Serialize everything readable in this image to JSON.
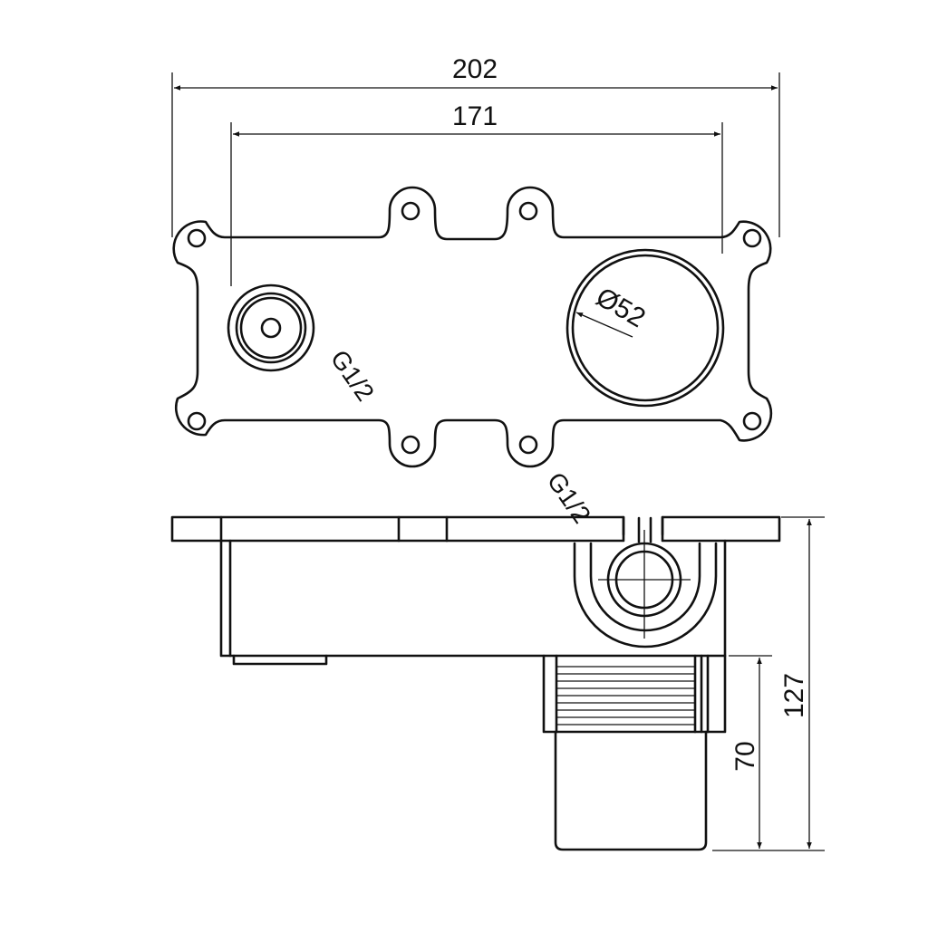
{
  "dimensions": {
    "overall_width": "202",
    "hole_spacing": "171",
    "large_opening": "Ø52",
    "thread_left": "G1/2",
    "thread_bottom": "G1/2",
    "total_depth": "127",
    "sleeve_depth": "70"
  },
  "colors": {
    "line": "#111111",
    "background": "#ffffff"
  }
}
